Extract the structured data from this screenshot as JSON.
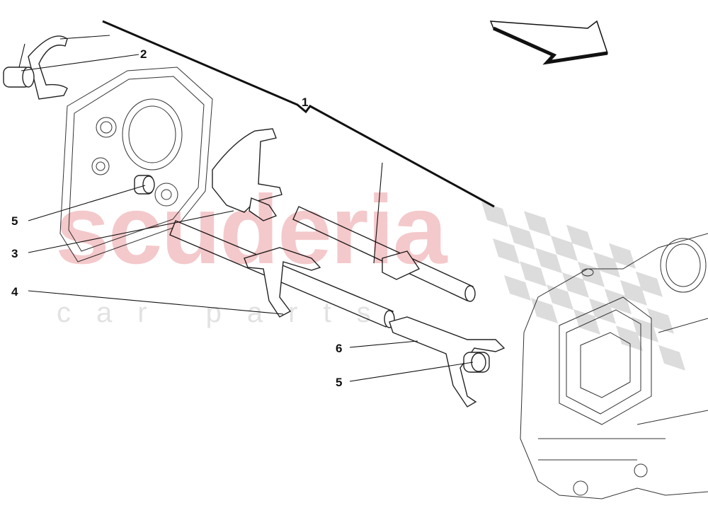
{
  "watermark": {
    "brand": "scuderia",
    "subtitle": "car parts",
    "brand_color": "#f4c9cb",
    "flag_color": "#dcdcdc"
  },
  "callouts": [
    {
      "id": "1",
      "label": "1"
    },
    {
      "id": "2",
      "label": "2"
    },
    {
      "id": "3",
      "label": "3"
    },
    {
      "id": "4",
      "label": "4"
    },
    {
      "id": "5a",
      "label": "5"
    },
    {
      "id": "5b",
      "label": "5"
    },
    {
      "id": "6",
      "label": "6"
    }
  ],
  "direction_arrow": {
    "icon": "arrow-right-down-icon"
  }
}
